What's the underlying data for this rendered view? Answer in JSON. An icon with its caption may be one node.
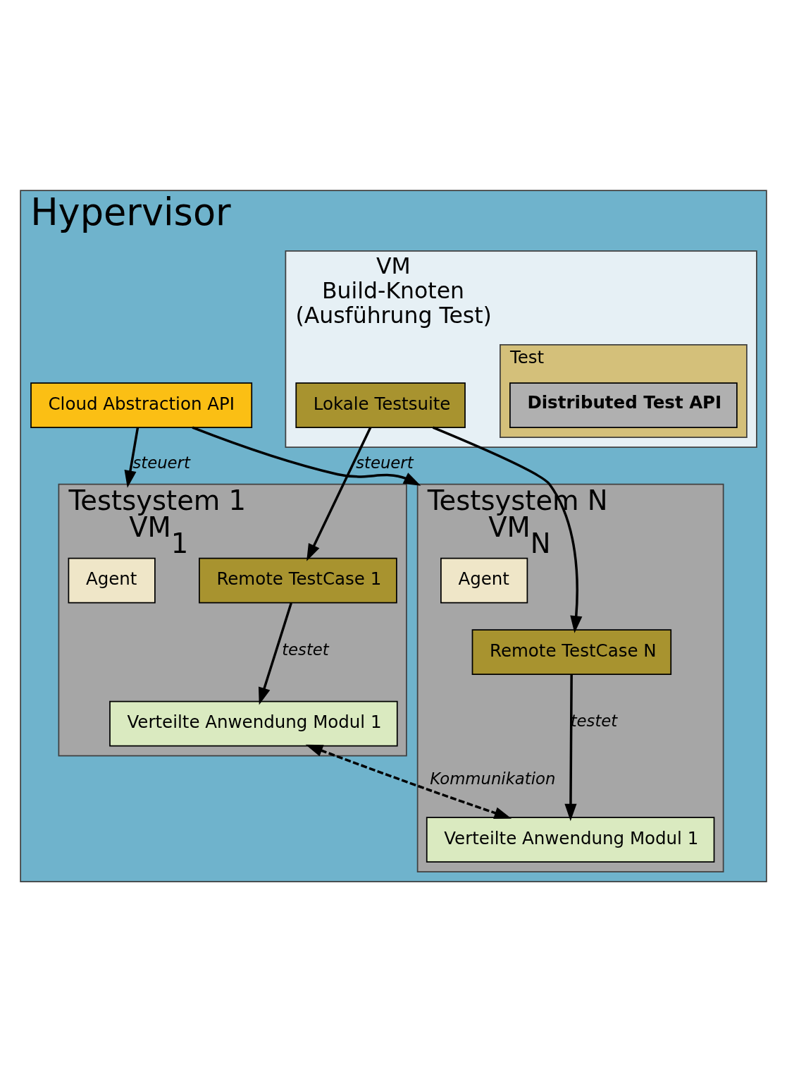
{
  "diagram": {
    "nodes": [
      {
        "text": [
          "Hypervisor"
        ]
      },
      {
        "text": [
          "VM",
          "Build-Knoten",
          "(Ausführung Test)"
        ],
        "in": 0
      },
      {
        "text": [
          "Cloud Abstraction API"
        ],
        "in": 0
      },
      {
        "text": [
          "Test"
        ],
        "in": 1
      },
      {
        "text": [
          "Distributed Test API"
        ],
        "in": 3
      },
      {
        "text": [
          "Lokale Testsuite"
        ],
        "in": 1
      },
      {
        "text": [
          "Testsystem 1",
          "VM$_{1}$"
        ],
        "in": 0
      },
      {
        "text": [
          "Agent"
        ],
        "in": 6
      },
      {
        "text": [
          "Remote TestCase 1"
        ],
        "in": 6
      },
      {
        "text": [
          "Verteilte Anwendung Modul 1"
        ],
        "in": 6
      },
      {
        "text": [
          "Testsystem N",
          "VM$_{N}$"
        ],
        "in": 0
      },
      {
        "text": [
          "Agent"
        ],
        "in": 10
      },
      {
        "text": [
          "Remote TestCase N"
        ],
        "in": 10
      },
      {
        "text": [
          "Verteilte Anwendung Modul 1"
        ],
        "in": 10
      }
    ],
    "edges": [
      {
        "from": 0,
        "to": 6,
        "arrow": "to",
        "label": "steuert"
      },
      {
        "from": 0,
        "to": 10,
        "arrow": "to"
      },
      {
        "from": 5,
        "to": 8,
        "arrow": "to",
        "label": "steuert"
      },
      {
        "from": 5,
        "to": 12,
        "arrow": "to"
      },
      {
        "from": 8,
        "to": 9,
        "arrow": "to",
        "label": "testet"
      },
      {
        "from": 12,
        "to": 13,
        "arrow": "to",
        "label": "testet"
      },
      {
        "from": 9,
        "to": 13,
        "arrow": "both",
        "label": "Kommunikation",
        "style": "dashed"
      }
    ]
  }
}
